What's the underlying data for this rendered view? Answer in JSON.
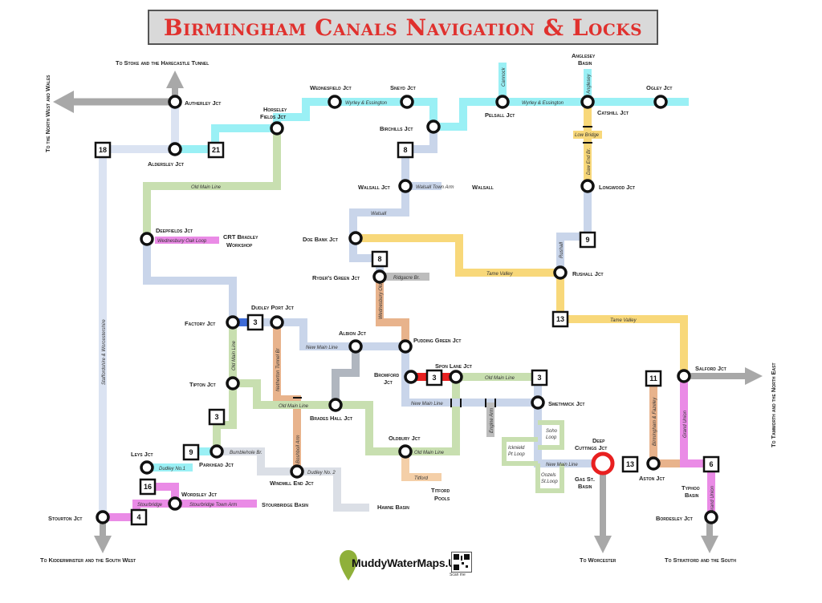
{
  "title": "Birmingham Canals Navigation & Locks",
  "brand": "MuddyWaterMaps.UK",
  "qr_label": "Scan me",
  "colors": {
    "title_red": "#e0312e",
    "cyan": "#9af0f5",
    "blue_grey": "#c9d5ea",
    "green": "#c8dfb0",
    "yellow": "#f8d87a",
    "orange": "#e8b38c",
    "pink": "#ea8be6",
    "grey": "#bdbdbd",
    "red": "#e82020"
  },
  "directions": {
    "north_west": "To the North West and Wales",
    "stoke": "To Stoke and the Harecastle Tunnel",
    "kidderminster": "To Kidderminster and the South West",
    "worcester": "To Worcester",
    "stratford": "To Stratford and the South",
    "tamworth": "To Tamworth and the North East"
  },
  "stations": {
    "autherley": "Autherley Jct",
    "aldersley": "Aldersley Jct",
    "horseley_1": "Horseley",
    "horseley_2": "Fields Jct",
    "wednesfield": "Wednesfield Jct",
    "sneyd": "Sneyd Jct",
    "birchills": "Birchills Jct",
    "pelsall": "Pelsall Jct",
    "anglesey_1": "Anglesey",
    "anglesey_2": "Basin",
    "catshill": "Catshill Jct",
    "ogley": "Ogley Jct",
    "longwood": "Longwood Jct",
    "walsall_jct": "Walsall Jct",
    "walsall": "Walsall",
    "deepfields": "Deepfields Jct",
    "crt_1": "CRT Bradley",
    "crt_2": "Workshop",
    "doe_bank": "Doe Bank Jct",
    "rushall": "Rushall Jct",
    "ryders_green": "Ryder's Green Jct",
    "factory": "Factory Jct",
    "dudley_port": "Dudley Port Jct",
    "albion": "Albion Jct",
    "pudding_green": "Pudding Green Jct",
    "tipton": "Tipton Jct",
    "bromford_1": "Bromford",
    "bromford_2": "Jct",
    "spon_lane": "Spon Lane Jct",
    "smethwick": "Smethwick Jct",
    "brades_hall": "Brades Hall Jct",
    "salford": "Salford Jct",
    "oldbury": "Oldbury Jct",
    "deep_cuttings_1": "Deep",
    "deep_cuttings_2": "Cuttings Jct",
    "leys": "Leys Jct",
    "parkhead": "Parkhead Jct",
    "windmill_end": "Windmill End Jct",
    "wordsley": "Wordsley Jct",
    "stourbridge_basin": "Stourbridge Basin",
    "titford_1": "Titford",
    "titford_2": "Pools",
    "gas_st_1": "Gas St.",
    "gas_st_2": "Basin",
    "aston": "Aston Jct",
    "typhoo_1": "Typhoo",
    "typhoo_2": "Basin",
    "hawne": "Hawne Basin",
    "stourton": "Stourton Jct",
    "bordesley": "Bordesley Jct"
  },
  "lines": {
    "wyrley_1": "Wyrley & Essington",
    "wyrley_2": "Wyrley & Essington",
    "cannock": "Cannock",
    "anglesey_arm": "Anglesey",
    "low_bridge": "Low Bridge",
    "daw_end": "Daw End Br.",
    "old_main_top": "Old Main Line",
    "walsall_town_arm": "Walsall Town Arm",
    "walsall_canal": "Walsall",
    "wednesbury_oak": "Wednesbury Oak Loop",
    "rushall_canal": "Rushall",
    "tame_valley_1": "Tame Valley",
    "tame_valley_2": "Tame Valley",
    "ridgacre": "Ridgacre Br.",
    "wednesbury_old": "Wednesbury Old",
    "netherton": "Netherton Tunnel Br",
    "new_main_1": "New Main Line",
    "old_main_tipton": "Old Main Line",
    "old_main_brades": "Old Main Line",
    "old_main_spon": "Old Main Line",
    "new_main_bromford": "New Main Line",
    "engine_arm": "Engine Arm",
    "soho_1": "Soho",
    "soho_2": "Loop",
    "icknield_1": "Icknield",
    "icknield_2": "Pt Loop",
    "oozels_1": "Oozels",
    "oozels_2": "St.Loop",
    "new_main_gas": "New Main Line",
    "bumblehole": "Bumblehole Br.",
    "boshboil": "Boshboil Arm",
    "dudley_no1": "Dudley No.1",
    "dudley_no2": "Dudley No. 2",
    "titford_canal": "Titford",
    "old_main_oldbury": "Old Main Line",
    "staffs_worcs": "Staffordshire & Worcestershire",
    "stourbridge": "Stourbridge",
    "stourbridge_town": "Stourbridge Town Arm",
    "birm_fazeley": "Birmingham & Fazeley",
    "grand_union_1": "Grand Union",
    "grand_union_2": "Grand Union"
  },
  "locks": {
    "l18": "18",
    "l21": "21",
    "l8a": "8",
    "l9": "9",
    "l8b": "8",
    "l13a": "13",
    "l3a": "3",
    "l3b": "3",
    "l3c": "3",
    "l3d": "3",
    "l9b": "9",
    "l16": "16",
    "l4": "4",
    "l11": "11",
    "l13b": "13",
    "l6": "6"
  }
}
